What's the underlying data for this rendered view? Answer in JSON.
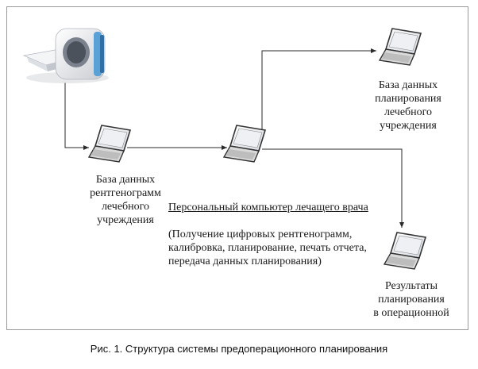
{
  "diagram": {
    "nodes": {
      "mri_scanner": {
        "icon": "mri-scanner-icon"
      },
      "xray_database": {
        "icon": "laptop-icon",
        "label": "База данных\nрентгенограмм\nлечебного\nучреждения"
      },
      "physician_pc": {
        "icon": "laptop-icon",
        "title": "Персональный компьютер лечащего врача",
        "description": "(Получение цифровых рентгенограмм,\nкалибровка, планирование, печать отчета,\nпередача данных планирования)"
      },
      "planning_database": {
        "icon": "laptop-icon",
        "label": "База данных\nпланирования\nлечебного\nучреждения"
      },
      "or_results": {
        "icon": "laptop-icon",
        "label": "Результаты\nпланирования\nв операционной"
      }
    },
    "edges": [
      {
        "from": "mri_scanner",
        "to": "xray_database"
      },
      {
        "from": "xray_database",
        "to": "physician_pc"
      },
      {
        "from": "physician_pc",
        "to": "planning_database"
      },
      {
        "from": "physician_pc",
        "to": "or_results"
      }
    ],
    "colors": {
      "line": "#2a2a2a",
      "frame": "#9a9a9a",
      "screen": "#eef0f4",
      "body": "#d9d9d9"
    }
  },
  "caption": "Рис. 1. Структура системы предоперационного планирования"
}
